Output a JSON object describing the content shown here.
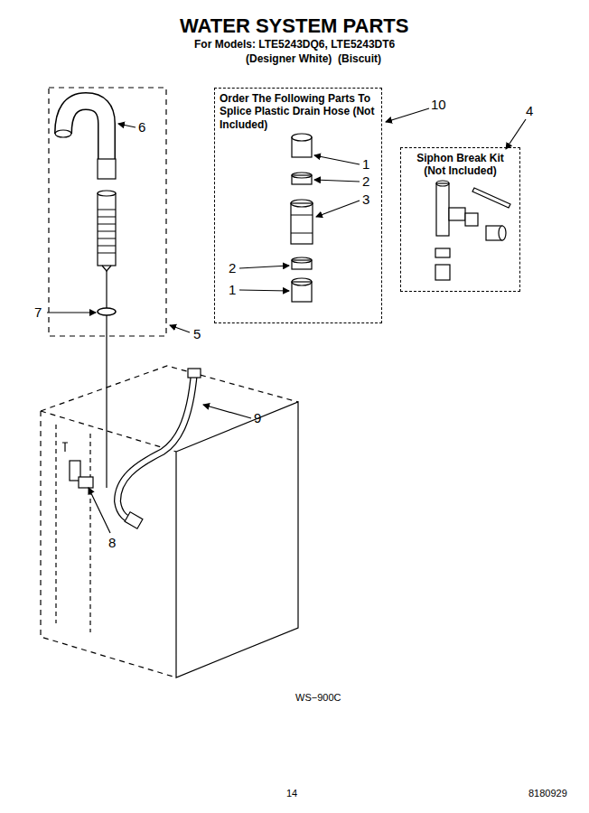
{
  "diagram": {
    "title": "WATER SYSTEM PARTS",
    "nodes": [
      {
        "text": [
          "Order The Following Parts To Splice Plastic Drain Hose (Not Included)"
        ]
      },
      {
        "text": [
          "Siphon Break Kit (Not Included)"
        ]
      }
    ],
    "edges": [],
    "labels": [
      "For Models: LTE5243DQ6, LTE5243DT6",
      "(Designer White)",
      "(Biscuit)",
      "6",
      "10",
      "4",
      "1",
      "2",
      "3",
      "2",
      "1",
      "7",
      "5",
      "9",
      "8",
      "WS−900C",
      "14",
      "8180929"
    ]
  }
}
